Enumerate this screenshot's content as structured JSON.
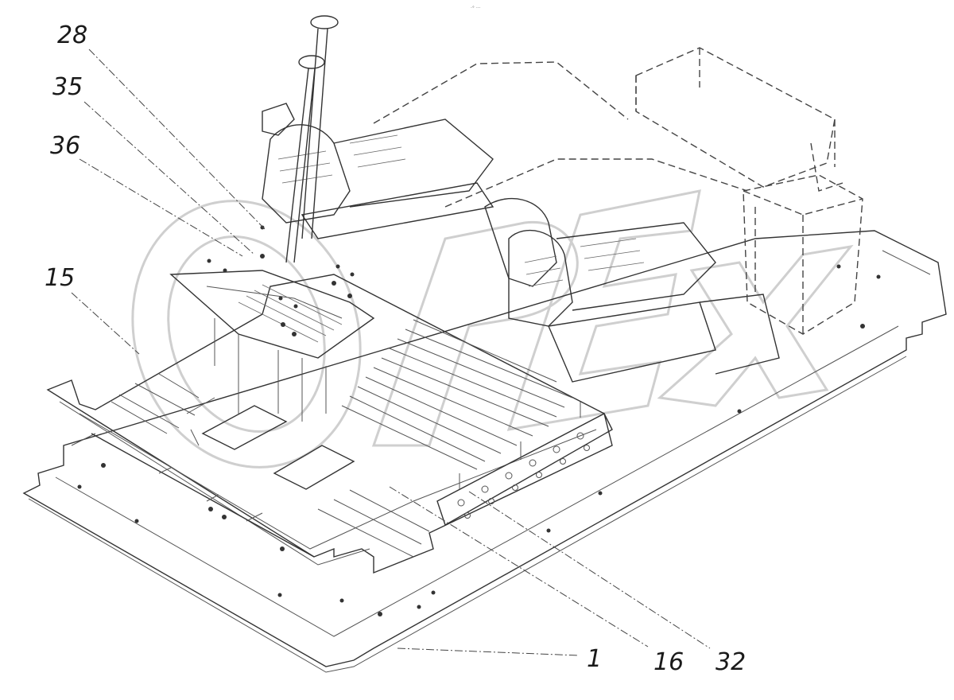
{
  "diagram": {
    "callouts": [
      {
        "id": "28",
        "label": "28"
      },
      {
        "id": "35",
        "label": "35"
      },
      {
        "id": "36",
        "label": "36"
      },
      {
        "id": "15",
        "label": "15"
      },
      {
        "id": "1",
        "label": "1"
      },
      {
        "id": "16",
        "label": "16"
      },
      {
        "id": "32",
        "label": "32"
      }
    ],
    "watermark": "OPEX",
    "tiny_mark": "·° ···"
  }
}
